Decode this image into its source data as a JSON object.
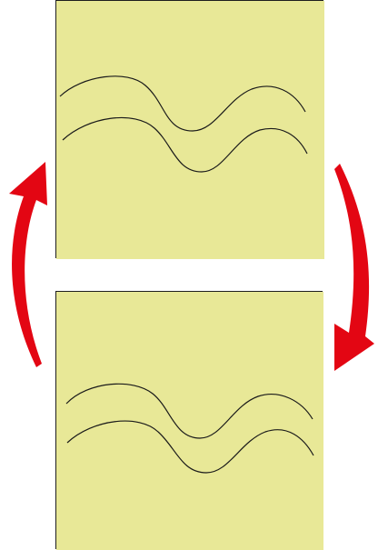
{
  "colors": {
    "panel_fill": "#e8e897",
    "panel_border": "#1e1e1e",
    "wave_stroke": "#1a1a1a",
    "arrow_fill": "#e30613"
  },
  "panels": [
    {
      "name": "top-panel",
      "wave_count": 2
    },
    {
      "name": "bottom-panel",
      "wave_count": 2
    }
  ],
  "arrows": [
    {
      "name": "left-arrow",
      "direction": "up",
      "icon": "curved-arrow-up-icon"
    },
    {
      "name": "right-arrow",
      "direction": "down",
      "icon": "curved-arrow-down-icon"
    }
  ]
}
